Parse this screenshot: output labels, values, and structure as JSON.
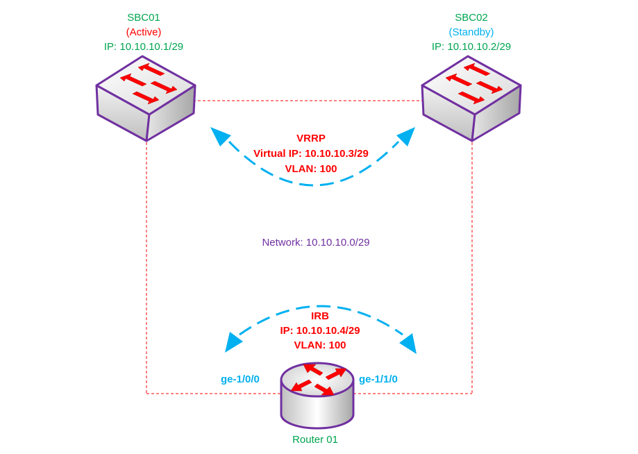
{
  "colors": {
    "device_outline": "#7030a0",
    "link_line": "#ff0000",
    "arrow": "#00b0f0",
    "text_green": "#00a550",
    "text_red": "#ff0000",
    "text_blue": "#00b0f0",
    "text_purple": "#7030a0"
  },
  "sbc01": {
    "name": "SBC01",
    "role": "(Active)",
    "ip": "IP:  10.10.10.1/29",
    "icon": "switch-icon"
  },
  "sbc02": {
    "name": "SBC02",
    "role": "(Standby)",
    "ip": "IP:  10.10.10.2/29",
    "icon": "switch-icon"
  },
  "vrrp": {
    "title": "VRRP",
    "virtual_ip": "Virtual IP:  10.10.10.3/29",
    "vlan": "VLAN: 100"
  },
  "network": {
    "label": "Network: 10.10.10.0/29"
  },
  "irb": {
    "title": "IRB",
    "ip": "IP:  10.10.10.4/29",
    "vlan": "VLAN: 100"
  },
  "router": {
    "name": "Router 01",
    "icon": "router-icon",
    "port_left": "ge-1/0/0",
    "port_right": "ge-1/1/0"
  }
}
